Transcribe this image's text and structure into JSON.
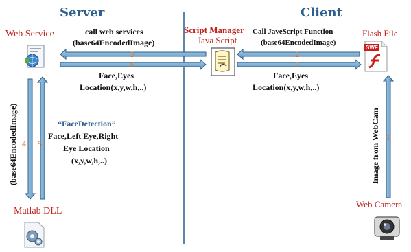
{
  "headers": {
    "server": "Server",
    "client": "Client"
  },
  "components": {
    "web_service": "Web Service",
    "script_manager": "Script Manager",
    "java_script": "Java Script",
    "flash_file": "Flash File",
    "matlab_dll": "Matlab DLL",
    "web_camera": "Web Camera"
  },
  "flows": {
    "call_web_services_1": "call web services",
    "call_web_services_2": "(base64EncodedImage)",
    "step3": "3",
    "step6": "6",
    "face_eyes_left_1": "Face,Eyes",
    "face_eyes_left_2": "Location(x,y,w,h,..)",
    "call_js_1": "Call JaveScript Function",
    "call_js_2": "(base64EncodedImage)",
    "step2": "2",
    "step7": "7",
    "face_eyes_right_1": "Face,Eyes",
    "face_eyes_right_2": "Location(x,y,w,h,..)",
    "step4": "4",
    "step5": "5",
    "vertical_left": "(base64EncodedImage)",
    "face_detection_title": "“FaceDetection”",
    "face_detection_1": "Face,Left Eye,Right",
    "face_detection_2": "Eye Location",
    "face_detection_3": "(x,y,w,h,..)",
    "step1": "1",
    "image_from_webcam": "Image from WebCam"
  },
  "icons": {
    "web_service": "web-service-icon",
    "script_manager": "script-icon",
    "flash_file": "swf-file-icon",
    "matlab_dll": "dll-gear-icon",
    "web_camera": "webcam-icon"
  },
  "colors": {
    "arrow_fill": "#7fb2d6",
    "arrow_stroke": "#2f5f8a",
    "header_blue": "#2e5f8f",
    "label_red": "#c0231c",
    "step_orange": "#e07a1f"
  }
}
